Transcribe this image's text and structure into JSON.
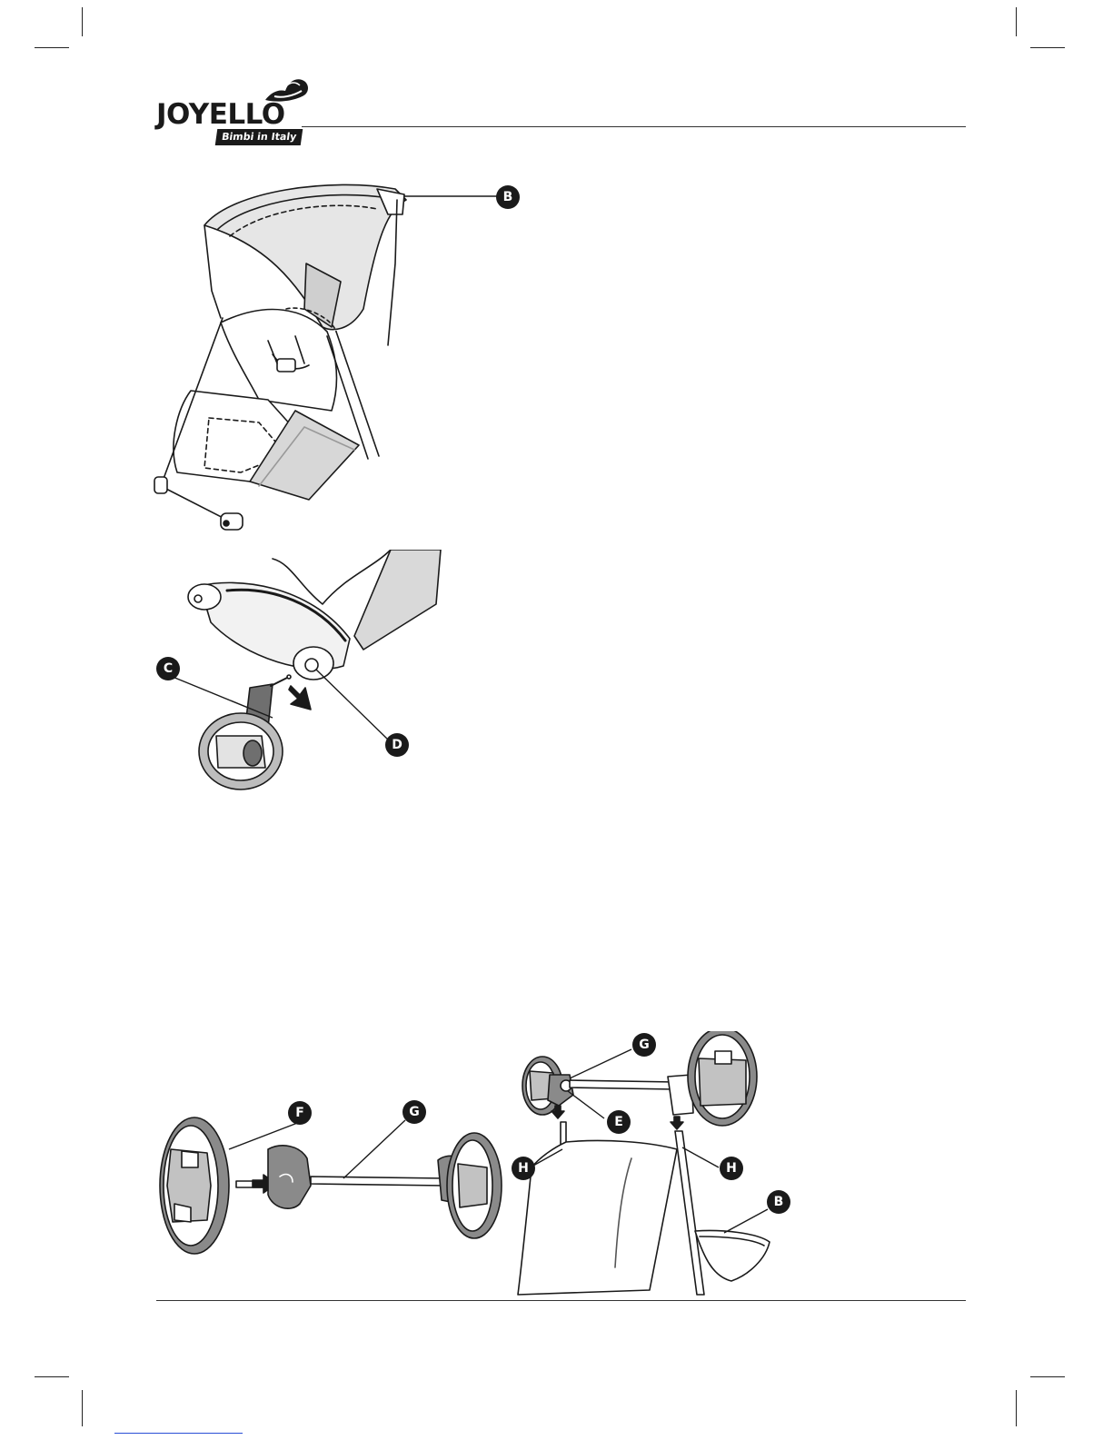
{
  "brand": {
    "name": "JOYELLO",
    "tagline": "Bimbi in Italy"
  },
  "callouts": {
    "b_top": "B",
    "c": "C",
    "d": "D",
    "f": "F",
    "g_left": "G",
    "g_right": "G",
    "e": "E",
    "h_left": "H",
    "h_right": "H",
    "b_bottom": "B"
  },
  "figures": [
    "stroller-seat-illustration",
    "front-wheel-attachment-illustration",
    "rear-axle-assembly-illustration",
    "rear-axle-mounting-illustration"
  ]
}
